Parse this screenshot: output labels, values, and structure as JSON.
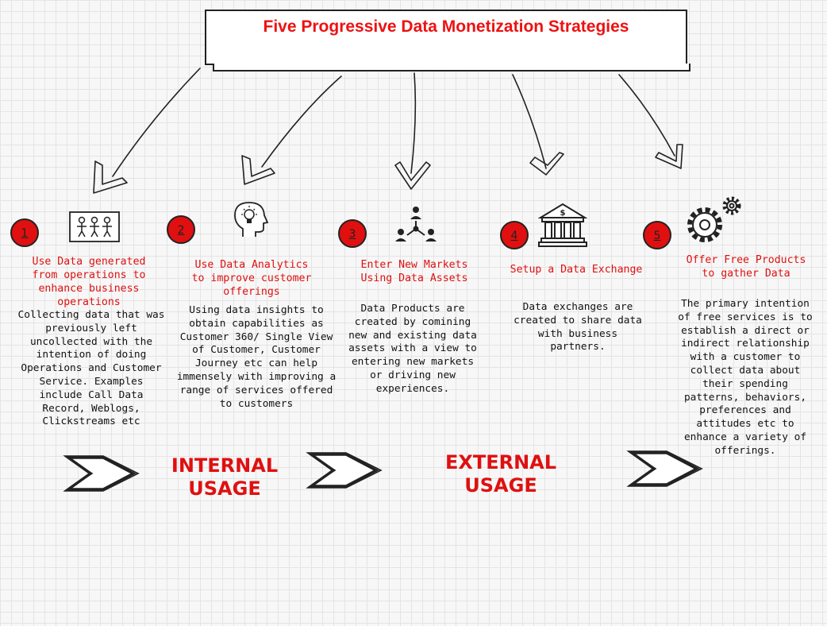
{
  "title": "Five Progressive Data Monetization Strategies",
  "strategies": [
    {
      "number": "1",
      "icon": "people-board-icon",
      "heading": "Use Data generated from operations to enhance business operations",
      "description": "Collecting data that was previously left uncollected with the intention of doing Operations and Customer Service. Examples include Call Data Record, Weblogs, Clickstreams etc"
    },
    {
      "number": "2",
      "icon": "head-lightbulb-icon",
      "heading": "Use Data Analytics to improve customer offerings",
      "description": "Using data insights to obtain capabilities as Customer 360/ Single View of Customer, Customer Journey etc can help immensely with improving a range of services offered to customers"
    },
    {
      "number": "3",
      "icon": "network-people-icon",
      "heading": "Enter New Markets Using Data Assets",
      "description": "Data Products are created by comining new and existing data assets with a view to entering new markets or driving new experiences."
    },
    {
      "number": "4",
      "icon": "bank-icon",
      "heading": "Setup a Data Exchange",
      "description": "Data exchanges are created to share data with business partners."
    },
    {
      "number": "5",
      "icon": "gears-icon",
      "heading": "Offer Free Products to gather Data",
      "description": "The primary intention of free services is to establish a direct or indirect relationship with a customer to collect data about their spending patterns, behaviors, preferences and attitudes etc to enhance a variety of offerings."
    }
  ],
  "usage_labels": {
    "internal_line1": "INTERNAL",
    "internal_line2": "USAGE",
    "external_line1": "EXTERNAL",
    "external_line2": "USAGE"
  },
  "colors": {
    "accent_red": "#e01010",
    "line": "#222222",
    "background": "#f7f7f7"
  }
}
